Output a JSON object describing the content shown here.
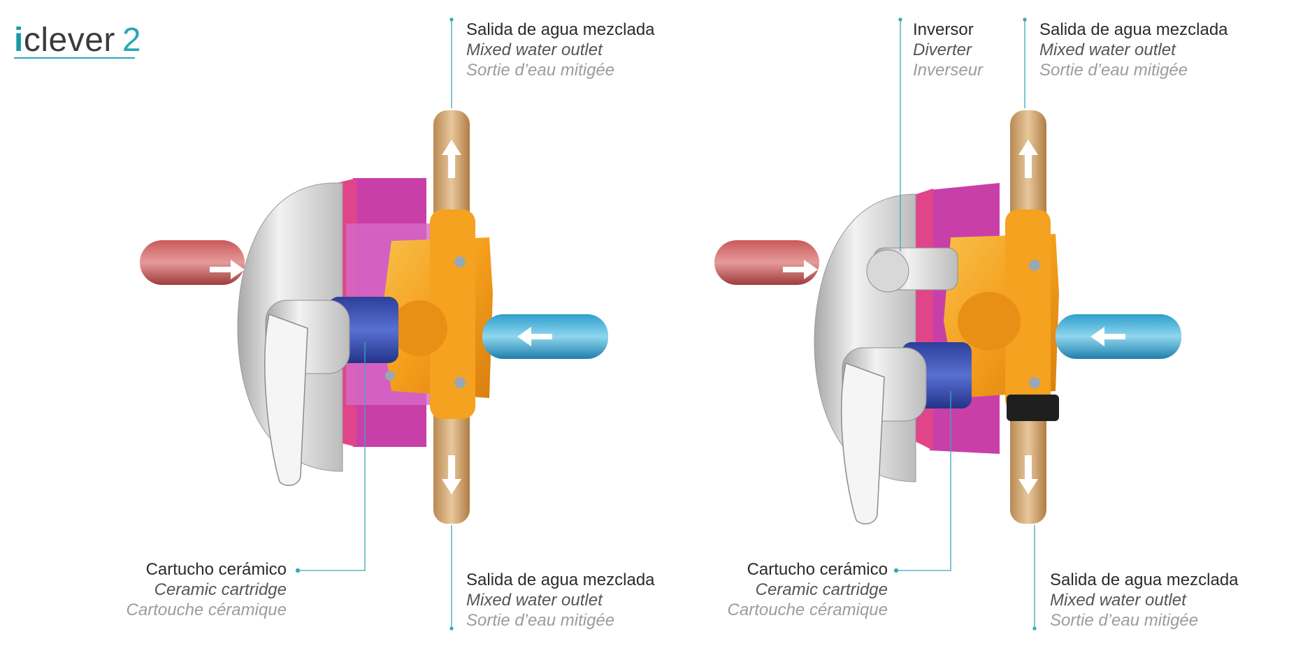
{
  "brand": {
    "prefix": "i",
    "name": "clever",
    "number": "2"
  },
  "colors": {
    "accent": "#2aa6b5",
    "connector_line": "#3aa8b8"
  },
  "left_diagram": {
    "top_label": {
      "es": "Salida de agua mezclada",
      "en": "Mixed water outlet",
      "fr": "Sortie d’eau mitigée"
    },
    "bottom_label": {
      "es": "Salida de agua mezclada",
      "en": "Mixed water outlet",
      "fr": "Sortie d’eau mitigée"
    },
    "cartridge_label": {
      "es": "Cartucho cerámico",
      "en": "Ceramic cartridge",
      "fr": "Cartouche céramique"
    }
  },
  "right_diagram": {
    "diverter_label": {
      "es": "Inversor",
      "en": "Diverter",
      "fr": "Inverseur"
    },
    "top_label": {
      "es": "Salida de agua mezclada",
      "en": "Mixed water outlet",
      "fr": "Sortie d’eau mitigée"
    },
    "bottom_label": {
      "es": "Salida de agua mezclada",
      "en": "Mixed water outlet",
      "fr": "Sortie d’eau mitigée"
    },
    "cartridge_label": {
      "es": "Cartucho cerámico",
      "en": "Ceramic cartridge",
      "fr": "Cartouche céramique"
    }
  }
}
